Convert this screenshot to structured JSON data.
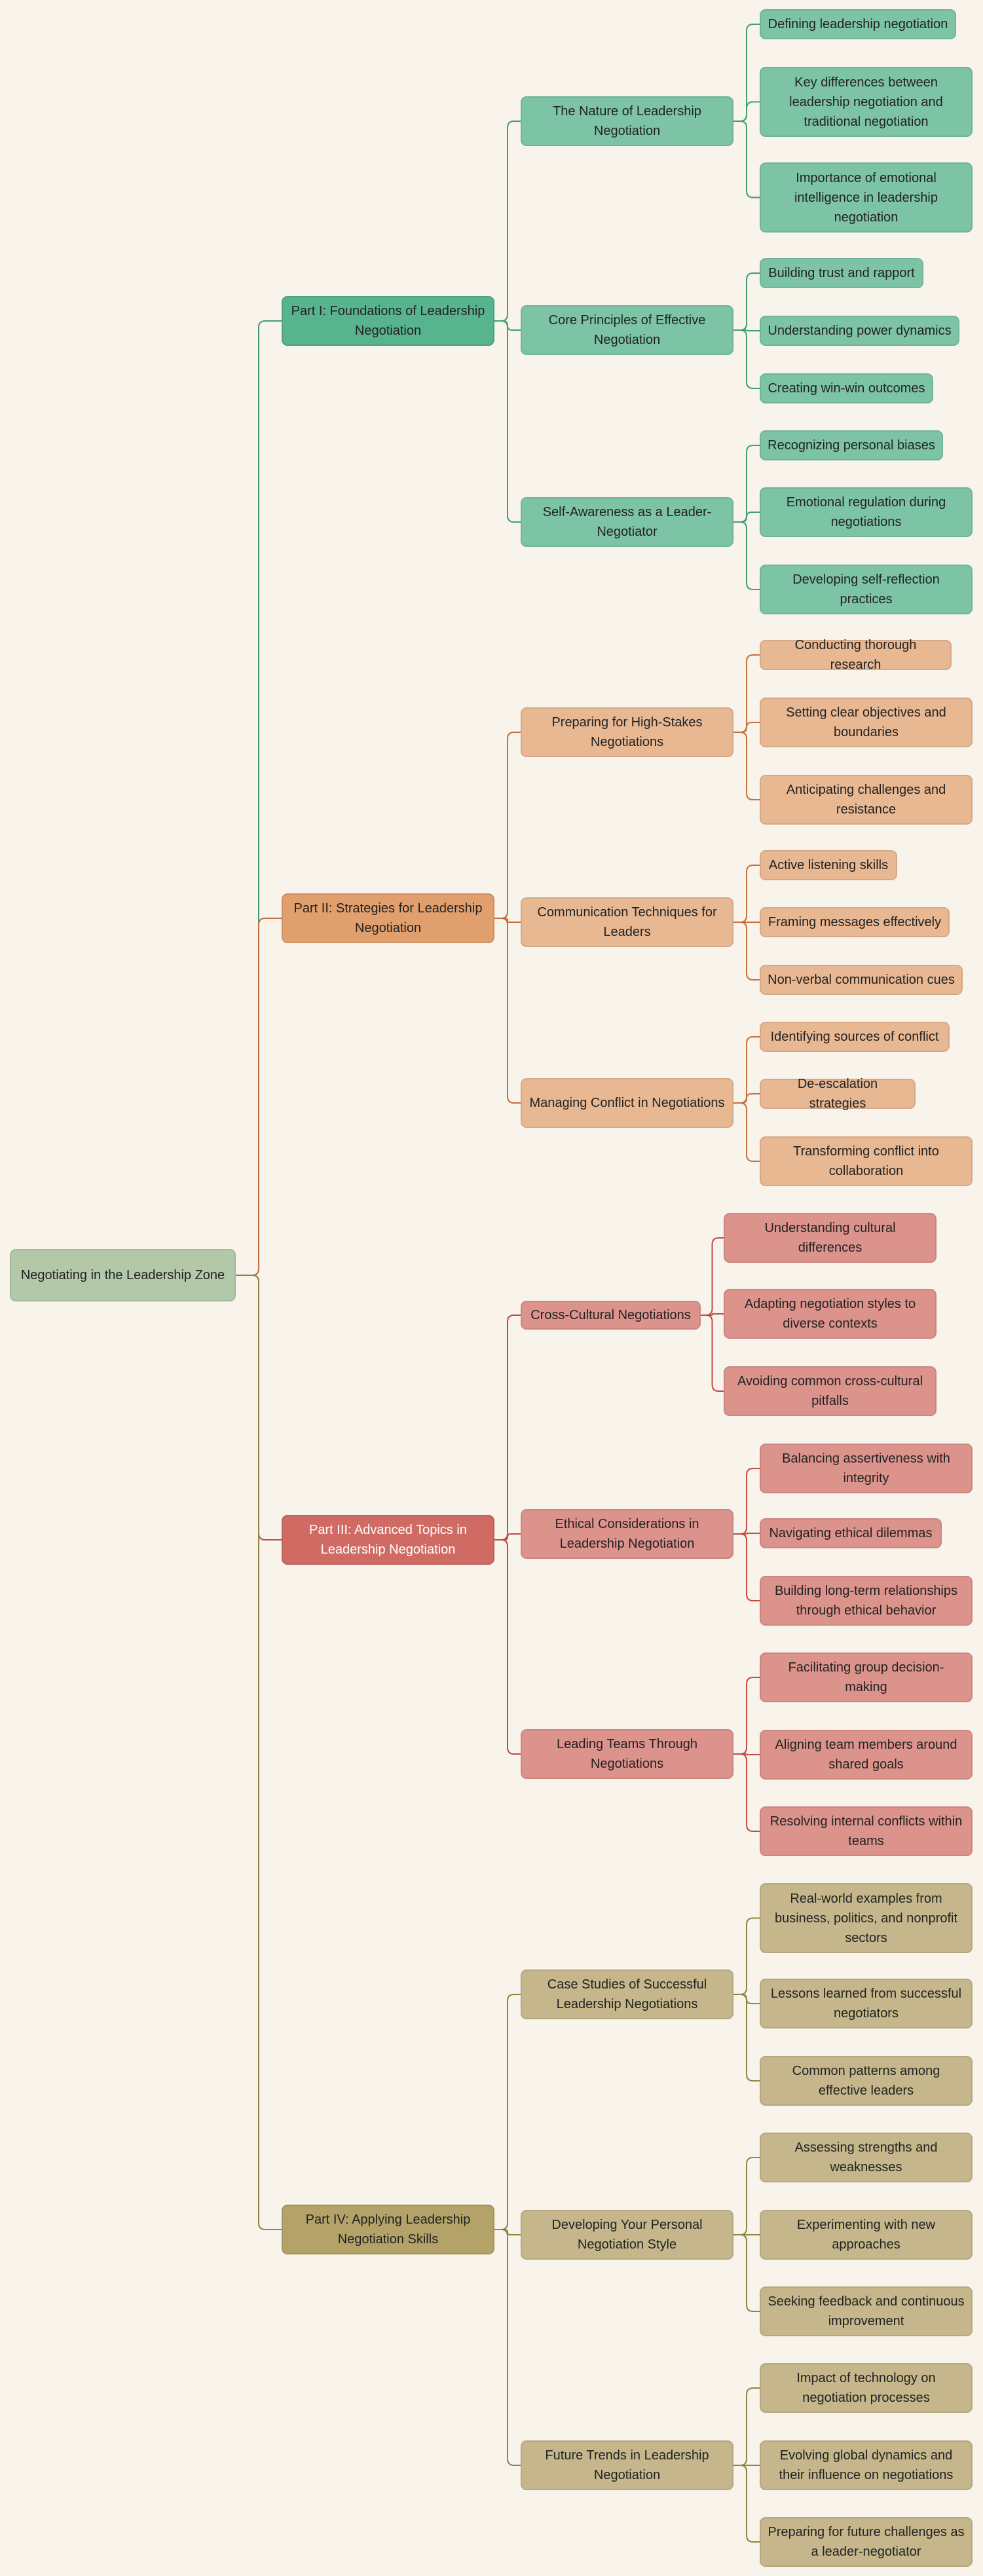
{
  "root": {
    "label": "Negotiating in the Leadership Zone",
    "color": "#b2c8a9"
  },
  "parts": [
    {
      "label": "Part I: Foundations of Leadership Negotiation",
      "color": "#58b38f",
      "sub_color": "#7dc3a6",
      "leaf_color": "#7dc3a6",
      "line_color": "#3f9e74",
      "children": [
        {
          "label": "The Nature of Leadership Negotiation",
          "children": [
            "Defining leadership negotiation",
            "Key differences between leadership negotiation and traditional negotiation",
            "Importance of emotional intelligence in leadership negotiation"
          ]
        },
        {
          "label": "Core Principles of Effective Negotiation",
          "children": [
            "Building trust and rapport",
            "Understanding power dynamics",
            "Creating win-win outcomes"
          ]
        },
        {
          "label": "Self-Awareness as a Leader-Negotiator",
          "children": [
            "Recognizing personal biases",
            "Emotional regulation during negotiations",
            "Developing self-reflection practices"
          ]
        }
      ]
    },
    {
      "label": "Part II: Strategies for Leadership Negotiation",
      "color": "#e29f6e",
      "sub_color": "#e8b893",
      "leaf_color": "#e8b893",
      "line_color": "#c66f3a",
      "children": [
        {
          "label": "Preparing for High-Stakes Negotiations",
          "children": [
            "Conducting thorough research",
            "Setting clear objectives and boundaries",
            "Anticipating challenges and resistance"
          ]
        },
        {
          "label": "Communication Techniques for Leaders",
          "children": [
            "Active listening skills",
            "Framing messages effectively",
            "Non-verbal communication cues"
          ]
        },
        {
          "label": "Managing Conflict in Negotiations",
          "children": [
            "Identifying sources of conflict",
            "De-escalation strategies",
            "Transforming conflict into collaboration"
          ]
        }
      ]
    },
    {
      "label": "Part III: Advanced Topics in Leadership Negotiation",
      "color": "#d06b64",
      "sub_color": "#dc938c",
      "leaf_color": "#dc938c",
      "line_color": "#c04a44",
      "children": [
        {
          "label": "Cross-Cultural Negotiations",
          "children": [
            "Understanding cultural differences",
            "Adapting negotiation styles to diverse contexts",
            "Avoiding common cross-cultural pitfalls"
          ]
        },
        {
          "label": "Ethical Considerations in Leadership Negotiation",
          "children": [
            "Balancing assertiveness with integrity",
            "Navigating ethical dilemmas",
            "Building long-term relationships through ethical behavior"
          ]
        },
        {
          "label": "Leading Teams Through Negotiations",
          "children": [
            "Facilitating group decision-making",
            "Aligning team members around shared goals",
            "Resolving internal conflicts within teams"
          ]
        }
      ]
    },
    {
      "label": "Part IV: Applying Leadership Negotiation Skills",
      "color": "#b3a368",
      "sub_color": "#c5b78b",
      "leaf_color": "#c5b78b",
      "line_color": "#8f8440",
      "children": [
        {
          "label": "Case Studies of Successful Leadership Negotiations",
          "children": [
            "Real-world examples from business, politics, and nonprofit sectors",
            "Lessons learned from successful negotiators",
            "Common patterns among effective leaders"
          ]
        },
        {
          "label": "Developing Your Personal Negotiation Style",
          "children": [
            "Assessing strengths and weaknesses",
            "Experimenting with new approaches",
            "Seeking feedback and continuous improvement"
          ]
        },
        {
          "label": "Future Trends in Leadership Negotiation",
          "children": [
            "Impact of technology on negotiation processes",
            "Evolving global dynamics and their influence on negotiations",
            "Preparing for future challenges as a leader-negotiator"
          ]
        }
      ]
    }
  ]
}
